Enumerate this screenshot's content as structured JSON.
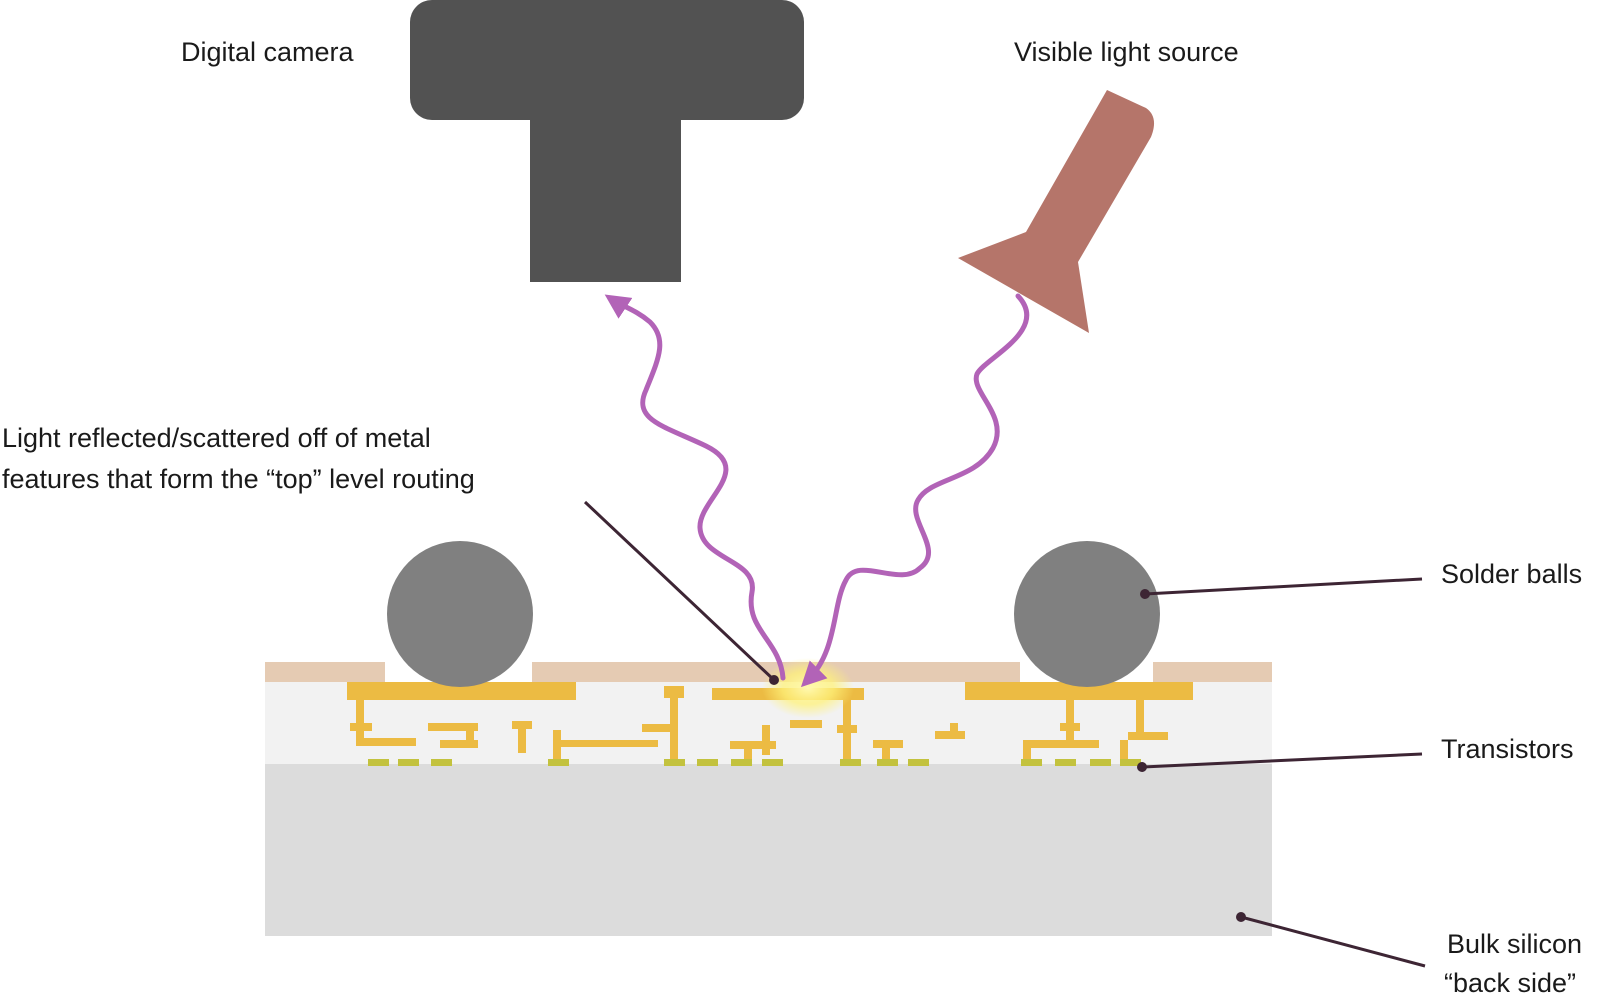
{
  "labels": {
    "camera": "Digital camera",
    "light_source": "Visible light source",
    "reflection_line1": "Light reflected/scattered off of metal",
    "reflection_line2": "features that form the “top” level routing",
    "solder": "Solder balls",
    "transistors": "Transistors",
    "bulk_line1": "Bulk silicon",
    "bulk_line2": "“back side”"
  },
  "colors": {
    "camera": "#525252",
    "light_source": "#b5756a",
    "wave": "#b263b7",
    "pointer": "#3d2534",
    "solder_ball": "#808080",
    "passivation": "#e5cbb3",
    "metal": "#ecbb43",
    "transistor": "#c3c23e",
    "dielectric": "#f2f2f2",
    "bulk_silicon": "#dcdcdc",
    "glow": "#fff27a"
  }
}
